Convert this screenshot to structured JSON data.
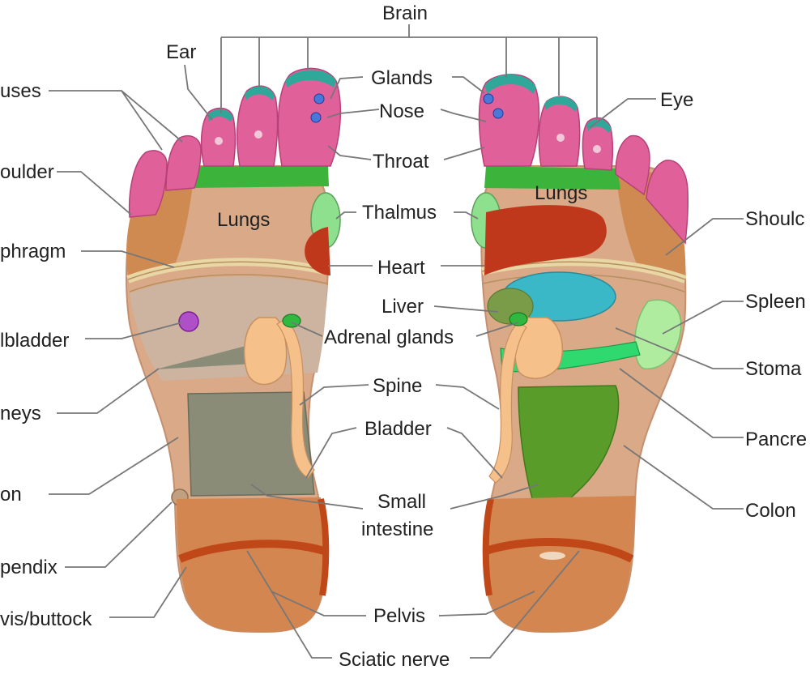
{
  "labels": {
    "brain": "Brain",
    "ear": "Ear",
    "sinuses": "uses",
    "shoulder_left": "oulder",
    "diaphragm": "phragm",
    "gallbladder": "lbladder",
    "kidneys": "neys",
    "colon_left": "on",
    "appendix": "pendix",
    "pelvis_buttock": "vis/buttock",
    "glands": "Glands",
    "nose": "Nose",
    "throat": "Throat",
    "thalmus": "Thalmus",
    "heart": "Heart",
    "liver": "Liver",
    "adrenal_glands": "Adrenal glands",
    "spine": "Spine",
    "bladder": "Bladder",
    "small_intestine_1": "Small",
    "small_intestine_2": "intestine",
    "pelvis": "Pelvis",
    "sciatic_nerve": "Sciatic nerve",
    "eye": "Eye",
    "shoulder_right": "Shoulc",
    "spleen": "Spleen",
    "stomach": "Stoma",
    "pancreas": "Pancre",
    "colon_right": "Colon",
    "lungs_left": "Lungs",
    "lungs_right": "Lungs"
  },
  "colors": {
    "toe_pink": "#e0609a",
    "brain_teal": "#2fa89a",
    "toe_green_band": "#3cb43c",
    "skin": "#d9a988",
    "shoulder": "#cf8a52",
    "thalmus": "#8ee08e",
    "heart": "#c0381c",
    "gray_zone": "#a0a090",
    "spine": "#f6c08a",
    "heel": "#d48650",
    "pelvis_band": "#c04818",
    "liver": "#7a9c48",
    "stomach_blue": "#3ab8c8",
    "spleen": "#b0eca0",
    "pancreas": "#30d870",
    "intestine": "#5a9c2a",
    "gallbladder": "#b050c8",
    "leader_line": "#777777"
  }
}
